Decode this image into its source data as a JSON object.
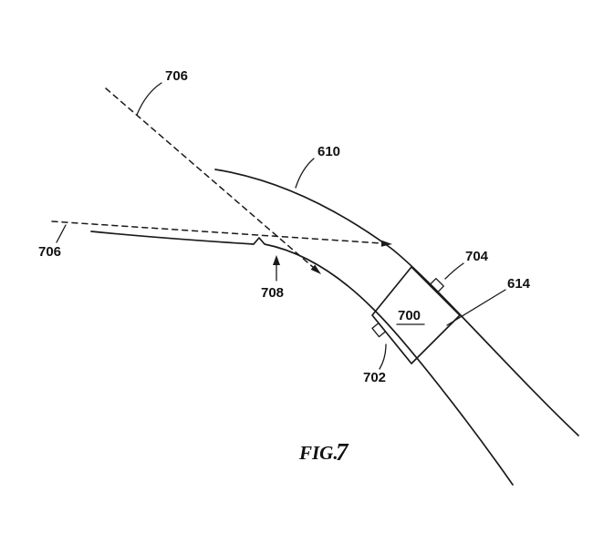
{
  "figure": {
    "caption_prefix": "FIG.",
    "caption_number": "7"
  },
  "labels": {
    "ref_706_top": "706",
    "ref_706_left": "706",
    "ref_610": "610",
    "ref_708": "708",
    "ref_704": "704",
    "ref_614": "614",
    "ref_700": "700",
    "ref_702": "702"
  },
  "colors": {
    "line": "#1a1a1a",
    "background": "#ffffff"
  }
}
